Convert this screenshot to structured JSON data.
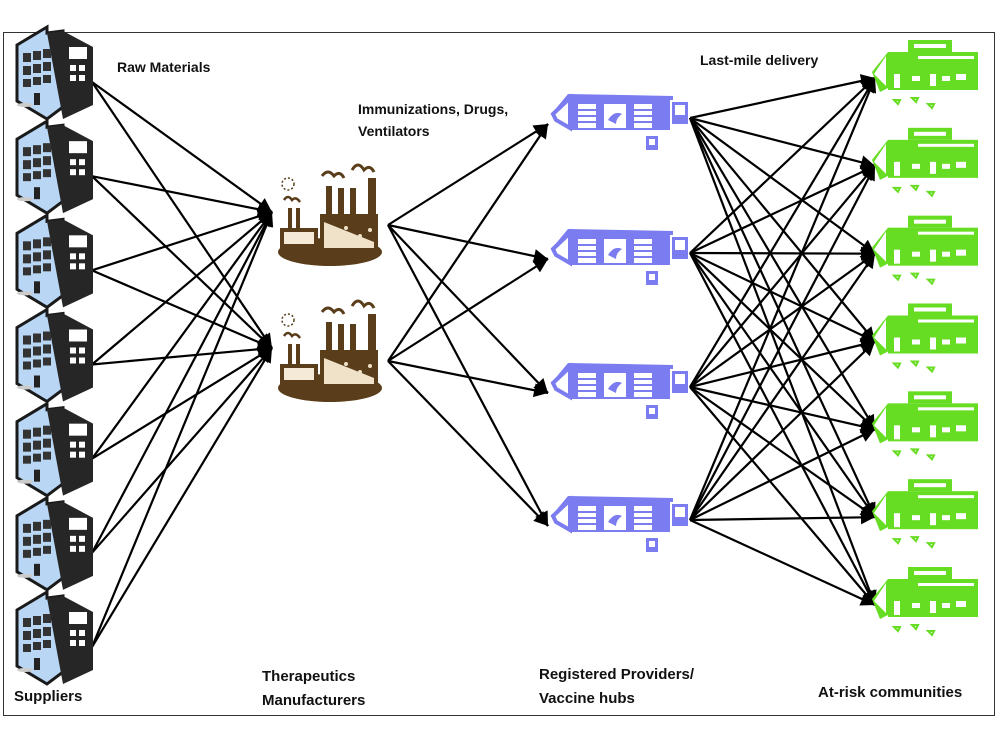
{
  "diagram": {
    "title": "Supply chain network",
    "labels": {
      "raw_materials": "Raw Materials",
      "products_line1": "Immunizations, Drugs,",
      "products_line2": "Ventilators",
      "last_mile": "Last-mile delivery",
      "suppliers": "Suppliers",
      "manufacturers_line1": "Therapeutics",
      "manufacturers_line2": "Manufacturers",
      "hubs_line1": "Registered Providers/",
      "hubs_line2": "Vaccine hubs",
      "communities": "At-risk communities"
    },
    "tiers": [
      {
        "name": "Suppliers",
        "icon": "office-building-icon",
        "count": 7,
        "color": "#b9d7f5"
      },
      {
        "name": "Therapeutics Manufacturers",
        "icon": "factory-icon",
        "count": 2,
        "color": "#5a3d1a"
      },
      {
        "name": "Registered Providers/Vaccine hubs",
        "icon": "warehouse-icon",
        "count": 4,
        "color": "#7b7cf0"
      },
      {
        "name": "At-risk communities",
        "icon": "store-icon",
        "count": 7,
        "color": "#66dd22"
      }
    ],
    "edges": [
      {
        "from": "Suppliers",
        "to": "Therapeutics Manufacturers",
        "pattern": "all-to-all"
      },
      {
        "from": "Therapeutics Manufacturers",
        "to": "Registered Providers/Vaccine hubs",
        "pattern": "all-to-all"
      },
      {
        "from": "Registered Providers/Vaccine hubs",
        "to": "At-risk communities",
        "pattern": "all-to-all"
      }
    ]
  }
}
